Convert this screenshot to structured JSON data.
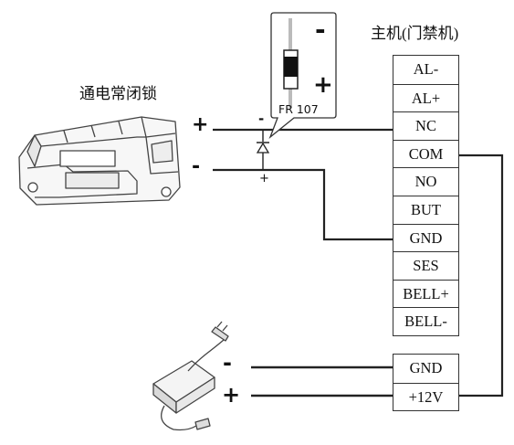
{
  "controller": {
    "title": "主机(门禁机)",
    "terminals": [
      "AL-",
      "AL+",
      "NC",
      "COM",
      "NO",
      "BUT",
      "GND",
      "SES",
      "BELL+",
      "BELL-"
    ],
    "power_terminals": [
      "GND",
      "+12V"
    ]
  },
  "lock": {
    "title": "通电常闭锁",
    "plus": "+",
    "minus": "-"
  },
  "diode": {
    "model": "FR 107",
    "minus": "-",
    "plus": "+",
    "cathode_mark": "-",
    "anode_mark": "+"
  },
  "power_supply": {
    "minus": "-",
    "plus": "+"
  }
}
